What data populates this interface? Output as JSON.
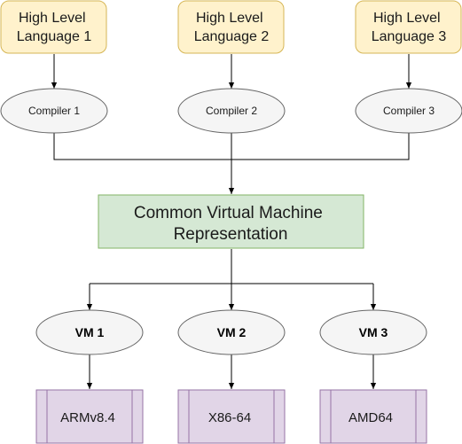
{
  "colors": {
    "language_fill": "#fff2cc",
    "language_stroke": "#d6b656",
    "compiler_fill": "#f5f5f5",
    "compiler_stroke": "#666666",
    "common_fill": "#d5e8d4",
    "common_stroke": "#82b366",
    "target_fill": "#e1d5e7",
    "target_stroke": "#9673a6",
    "connector": "#000000"
  },
  "languages": [
    {
      "line1": "High Level",
      "line2": "Language 1"
    },
    {
      "line1": "High Level",
      "line2": "Language 2"
    },
    {
      "line1": "High Level",
      "line2": "Language 3"
    }
  ],
  "compilers": [
    {
      "label": "Compiler 1"
    },
    {
      "label": "Compiler 2"
    },
    {
      "label": "Compiler 3"
    }
  ],
  "common_representation": {
    "line1": "Common Virtual Machine",
    "line2": "Representation"
  },
  "vms": [
    {
      "label": "VM 1"
    },
    {
      "label": "VM 2"
    },
    {
      "label": "VM 3"
    }
  ],
  "targets": [
    {
      "label": "ARMv8.4"
    },
    {
      "label": "X86-64"
    },
    {
      "label": "AMD64"
    }
  ]
}
